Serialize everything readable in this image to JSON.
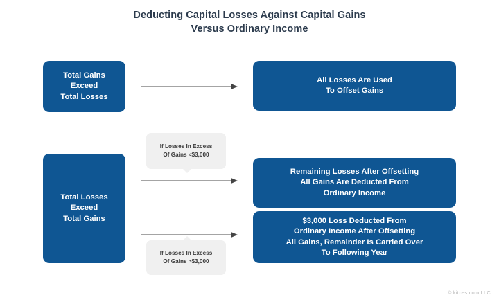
{
  "title": {
    "line1": "Deducting Capital Losses Against Capital Gains",
    "line2": "Versus Ordinary Income"
  },
  "colors": {
    "box_blue": "#0f5693",
    "label_gray": "#f0f0f0",
    "title_navy": "#2c3b4d",
    "arrow_gray": "#6e6e6e",
    "background": "#ffffff",
    "footer_gray": "#b9b9b9"
  },
  "nodes": {
    "gains_exceed_losses": {
      "lines": [
        "Total Gains",
        "Exceed",
        "Total Losses"
      ]
    },
    "all_losses_offset": {
      "lines": [
        "All Losses Are Used",
        "To Offset Gains"
      ]
    },
    "losses_exceed_gains": {
      "lines": [
        "Total Losses",
        "Exceed",
        "Total Gains"
      ]
    },
    "remaining_losses": {
      "lines": [
        "Remaining Losses After Offsetting",
        "All Gains Are Deducted From",
        "Ordinary Income"
      ]
    },
    "loss_3000": {
      "lines": [
        "$3,000 Loss Deducted From",
        "Ordinary Income After Offsetting",
        "All Gains, Remainder Is Carried Over",
        "To Following Year"
      ]
    }
  },
  "labels": {
    "losses_under_3000": {
      "lines": [
        "If Losses In Excess",
        "Of Gains <$3,000"
      ]
    },
    "losses_over_3000": {
      "lines": [
        "If Losses In Excess",
        "Of Gains >$3,000"
      ]
    }
  },
  "footer": {
    "attribution": "© kitces.com LLC"
  }
}
